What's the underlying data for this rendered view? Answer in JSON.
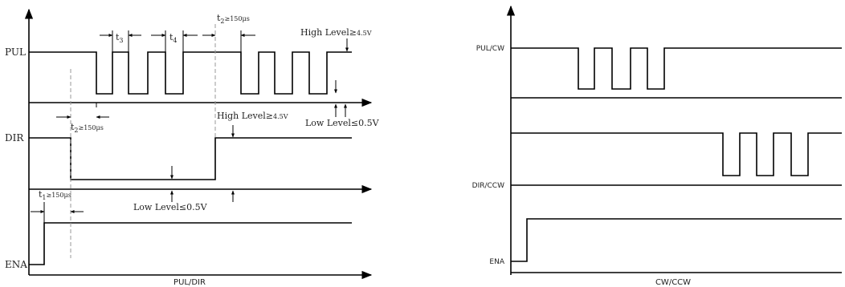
{
  "left_diagram": {
    "signals": {
      "pul": "PUL",
      "dir": "DIR",
      "ena": "ENA"
    },
    "caption": "PUL/DIR",
    "annotations": {
      "t3": {
        "base": "t",
        "sub": "3"
      },
      "t4": {
        "base": "t",
        "sub": "4"
      },
      "t2_top": {
        "base": "t",
        "sub": "2",
        "rest": "≥150μs"
      },
      "t2_mid": {
        "base": "t",
        "sub": "2",
        "rest": "≥150μs"
      },
      "t1": {
        "base": "t",
        "sub": "1",
        "rest": "≥150μs"
      },
      "high_level_pul": {
        "text": "High Level≥",
        "value": "4.5V"
      },
      "high_level_dir": {
        "text": "High Level≥",
        "value": "4.5V"
      },
      "low_level_pul": "Low Level≤0.5V",
      "low_level_dir": "Low Level≤0.5V"
    }
  },
  "right_diagram": {
    "signals": {
      "pul": "PUL/CW",
      "dir": "DIR/CCW",
      "ena": "ENA"
    },
    "caption": "CW/CCW"
  },
  "colors": {
    "line": "#000000",
    "dashed": "#999999",
    "background": "#ffffff"
  }
}
